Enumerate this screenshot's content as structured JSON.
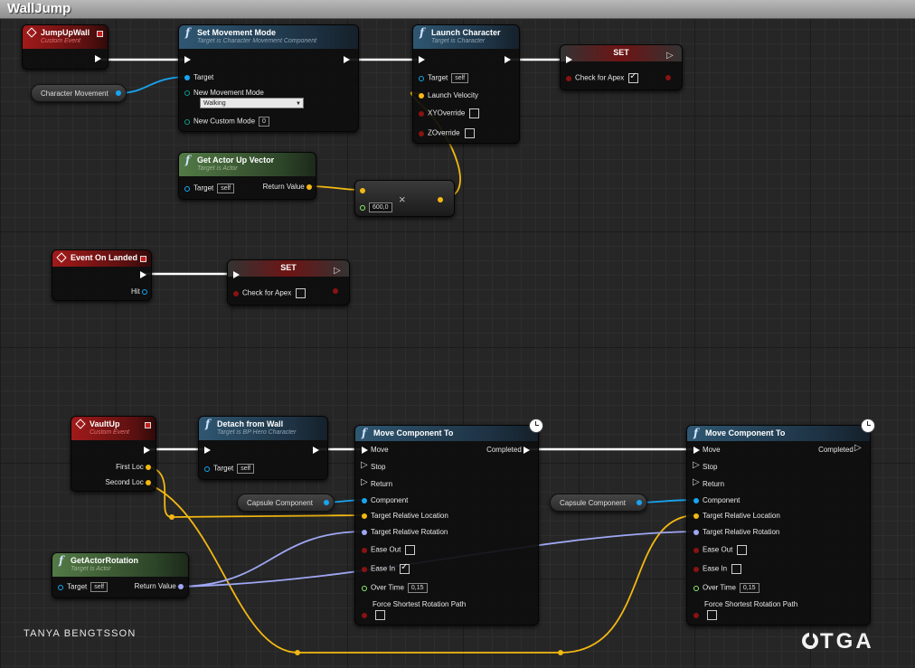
{
  "graph_title": "WallJump",
  "nodes": {
    "jumpupwall": {
      "title": "JumpUpWall",
      "sub": "Custom Event"
    },
    "set_movement": {
      "title": "Set Movement Mode",
      "sub": "Target is Character Movement Component",
      "target": "Target",
      "new_mode_label": "New Movement Mode",
      "new_mode_value": "Walking",
      "custom_mode_label": "New Custom Mode",
      "custom_mode_value": "0"
    },
    "launch": {
      "title": "Launch Character",
      "sub": "Target is Character",
      "target": "Target",
      "target_value": "self",
      "velocity": "Launch Velocity",
      "xy": "XYOverride",
      "z": "ZOverride"
    },
    "set_apex_1": {
      "title": "SET",
      "field": "Check for Apex",
      "checked": true
    },
    "char_movement": {
      "label": "Character Movement"
    },
    "get_up": {
      "title": "Get Actor Up Vector",
      "sub": "Target is Actor",
      "target": "Target",
      "target_value": "self",
      "ret": "Return Value"
    },
    "multiply": {
      "symbol": "×",
      "value": "600,0"
    },
    "on_landed": {
      "title": "Event On Landed",
      "hit": "Hit"
    },
    "set_apex_2": {
      "title": "SET",
      "field": "Check for Apex",
      "checked": false
    },
    "vaultup": {
      "title": "VaultUp",
      "sub": "Custom Event",
      "first": "First Loc",
      "second": "Second Loc"
    },
    "detach": {
      "title": "Detach from Wall",
      "sub": "Target is BP Hero Character",
      "target": "Target",
      "target_value": "self"
    },
    "move1": {
      "title": "Move Component To",
      "move": "Move",
      "completed": "Completed",
      "stop": "Stop",
      "return": "Return",
      "component": "Component",
      "loc": "Target Relative Location",
      "rot": "Target Relative Rotation",
      "ease_out": "Ease Out",
      "ease_in": "Ease In",
      "over_time": "Over Time",
      "over_time_value": "0,15",
      "force": "Force Shortest Rotation Path"
    },
    "move2": {
      "title": "Move Component To",
      "move": "Move",
      "completed": "Completed",
      "stop": "Stop",
      "return": "Return",
      "component": "Component",
      "loc": "Target Relative Location",
      "rot": "Target Relative Rotation",
      "ease_out": "Ease Out",
      "ease_in": "Ease In",
      "over_time": "Over Time",
      "over_time_value": "0,15",
      "force": "Force Shortest Rotation Path"
    },
    "capsule1": {
      "label": "Capsule Component"
    },
    "capsule2": {
      "label": "Capsule Component"
    },
    "get_rot": {
      "title": "GetActorRotation",
      "sub": "Target is Actor",
      "target": "Target",
      "target_value": "self",
      "ret": "Return Value"
    }
  },
  "credit": "TANYA BENGTSSON",
  "logo": "TGA",
  "colors": {
    "exec": "#ffffff",
    "vector": "#f3b812",
    "object": "#18a5f2",
    "rotator": "#9fa7f4",
    "bool": "#8a1212",
    "float": "#8df06a"
  }
}
